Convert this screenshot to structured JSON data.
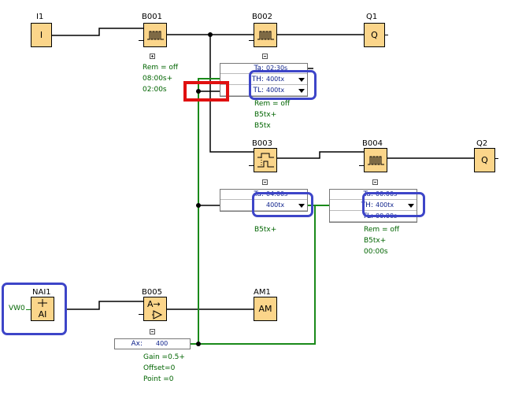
{
  "blocks": {
    "i1": {
      "name": "I1",
      "symbol": "I"
    },
    "b001": {
      "name": "B001",
      "params": [
        "Rem = off",
        "08:00s+",
        "02:00s"
      ]
    },
    "b002": {
      "name": "B002",
      "params": [
        "Rem = off",
        "B5tx+",
        "B5tx"
      ]
    },
    "q1": {
      "name": "Q1",
      "symbol": "Q"
    },
    "b003": {
      "name": "B003",
      "params": [
        "B5tx+"
      ]
    },
    "b004": {
      "name": "B004",
      "params": [
        "Rem = off",
        "B5tx+",
        "00:00s"
      ]
    },
    "q2": {
      "name": "Q2",
      "symbol": "Q"
    },
    "nai1": {
      "name": "NAI1",
      "symbol": "AI",
      "input": "VW0"
    },
    "b005": {
      "name": "B005",
      "params": [
        "Gain =0.5+",
        "Offset=0",
        "Point =0"
      ]
    },
    "am1": {
      "name": "AM1",
      "symbol": "AM"
    }
  },
  "tables": {
    "b002": {
      "ta_key": "Ta:",
      "ta_val": "02:30s",
      "th_key": "TH:",
      "th_val": "400tx",
      "tl_key": "TL:",
      "tl_val": "400tx"
    },
    "b003": {
      "ta_key": "Ta:",
      "ta_val": "04:00s",
      "t_val": "400tx"
    },
    "b004": {
      "ta_key": "Ta:",
      "ta_val": "00:00s",
      "th_key": "TH:",
      "th_val": "400tx",
      "tl_key": "TL:",
      "tl_val": "00:00s"
    },
    "b005": {
      "ax_key": "Ax:",
      "ax_val": "400"
    }
  },
  "colors": {
    "block_fill": "#fbd58a",
    "wire": "#000000",
    "analog_wire": "#1a8a1a",
    "highlight_blue": "#3d45c8",
    "highlight_red": "#e01010",
    "param_text": "#006400",
    "table_text": "#0b1f8a"
  }
}
